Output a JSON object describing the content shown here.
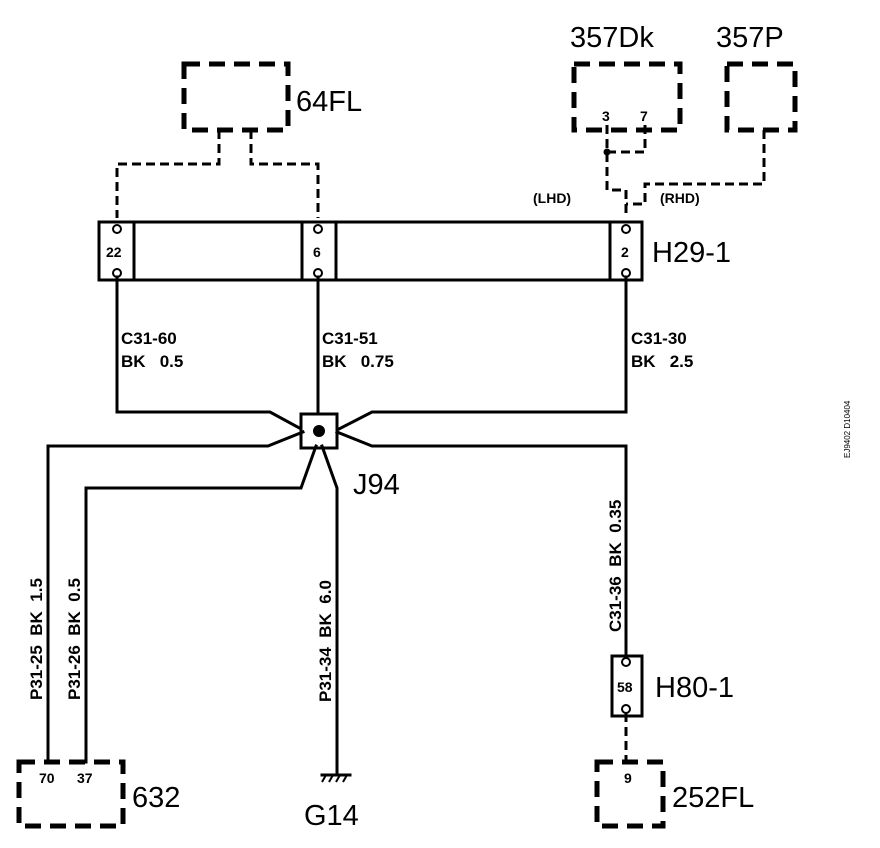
{
  "components": {
    "c64fl": "64FL",
    "c357dk": "357Dk",
    "c357p": "357P",
    "h29": "H29-1",
    "j94": "J94",
    "h80": "H80-1",
    "c632": "632",
    "g14": "G14",
    "c252fl": "252FL"
  },
  "pins": {
    "h29_22": "22",
    "h29_6": "6",
    "h29_2": "2",
    "dk_3": "3",
    "dk_7": "7",
    "h80_58": "58",
    "c632_70": "70",
    "c632_37": "37",
    "c252_9": "9"
  },
  "variants": {
    "lhd": "(LHD)",
    "rhd": "(RHD)"
  },
  "wires": {
    "c31_60": {
      "id": "C31-60",
      "spec": "BK   0.5"
    },
    "c31_51": {
      "id": "C31-51",
      "spec": "BK   0.75"
    },
    "c31_30": {
      "id": "C31-30",
      "spec": "BK   2.5"
    },
    "p31_25": "P31-25  BK  1.5",
    "p31_26": "P31-26  BK  0.5",
    "p31_34": "P31-34  BK  6.0",
    "c31_36": "C31-36  BK  0.35"
  },
  "side_code": "EJ9402 D10404",
  "colors": {
    "ink": "#000000",
    "paper": "#ffffff"
  }
}
